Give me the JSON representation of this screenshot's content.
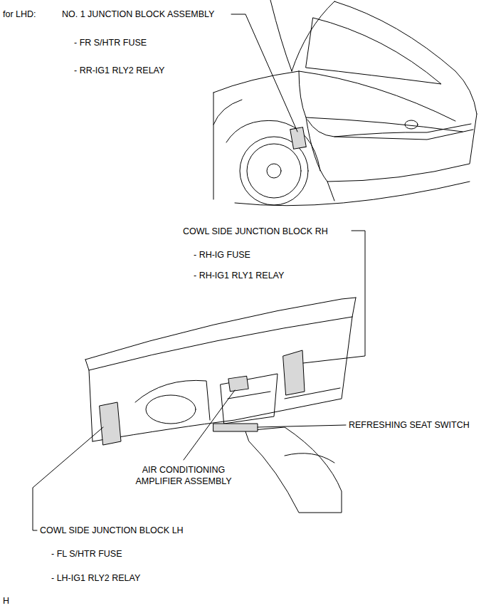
{
  "diagram": {
    "title": "for LHD:",
    "labels": [
      "NO. 1 JUNCTION BLOCK ASSEMBLY",
      "- FR S/HTR FUSE",
      "- RR-IG1 RLY2 RELAY",
      "COWL SIDE JUNCTION BLOCK RH",
      "- RH-IG FUSE",
      "- RH-IG1 RLY1 RELAY",
      "REFRESHING SEAT SWITCH",
      "AIR CONDITIONING AMPLIFIER ASSEMBLY",
      "COWL SIDE JUNCTION BLOCK LH",
      "- FL S/HTR FUSE",
      "- LH-IG1 RLY2 RELAY",
      "H"
    ]
  }
}
